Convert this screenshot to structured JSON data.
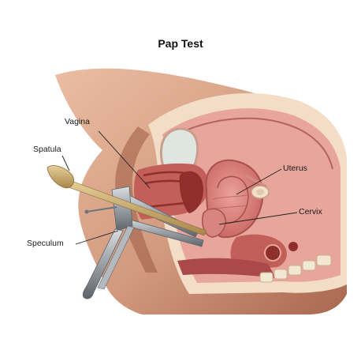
{
  "diagram": {
    "title": "Pap Test",
    "labels": {
      "vagina": "Vagina",
      "spatula": "Spatula",
      "uterus": "Uterus",
      "cervix": "Cervix",
      "speculum": "Speculum"
    }
  },
  "colors": {
    "skin": "#d29a7e",
    "skin_shadow": "#9a5a44",
    "tissue_pink": "#e7a59b",
    "tissue_light": "#f3ddc6",
    "uterus": "#d77d79",
    "organ_dark": "#8f2f2c",
    "bladder": "#dfe6e2",
    "spatula": "#c8a96a",
    "metal": "#9aa0a6",
    "bone": "#f2e7d2",
    "leader": "#222222"
  }
}
